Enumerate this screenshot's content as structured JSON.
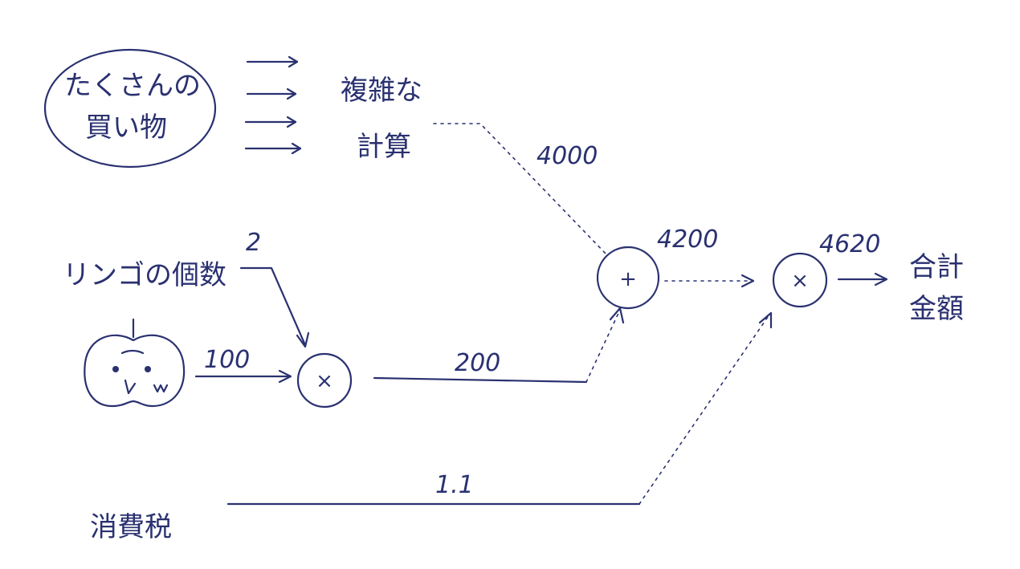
{
  "diagram": {
    "shopping_label_line1": "たくさんの",
    "shopping_label_line2": "買い物",
    "complex_label_line1": "複雑な",
    "complex_label_line2": "計算",
    "apple_count_label": "リンゴの個数",
    "tax_label": "消費税",
    "total_label_line1": "合計",
    "total_label_line2": "金額",
    "value_complex": "4000",
    "value_count": "2",
    "value_apple": "100",
    "value_mul1": "200",
    "value_add": "4200",
    "value_tax": "1.1",
    "value_total": "4620",
    "op_add": "+",
    "op_mul": "×",
    "ink_color": "#2a3170"
  }
}
